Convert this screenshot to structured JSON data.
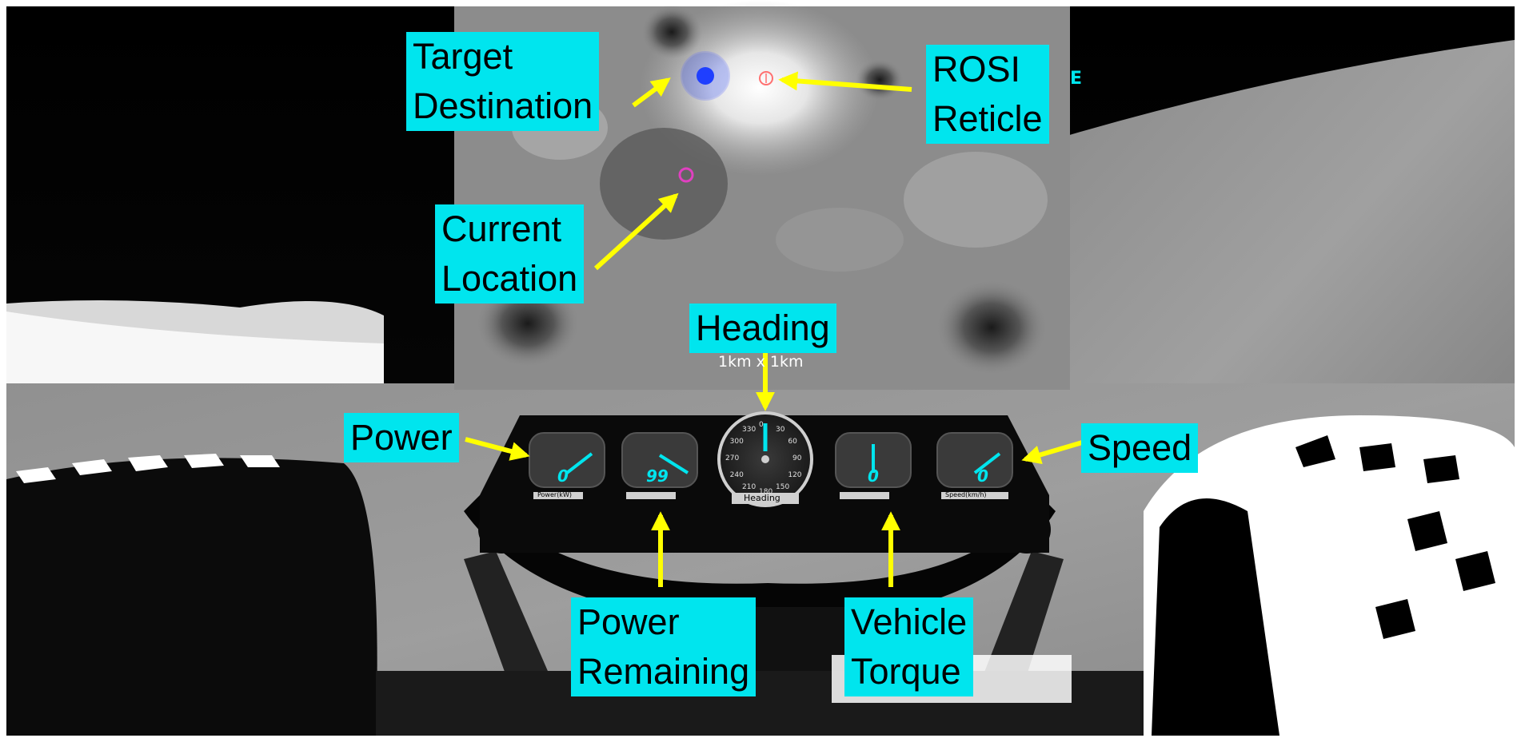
{
  "callouts": {
    "target_destination": [
      "Target",
      "Destination"
    ],
    "rosi_reticle": [
      "ROSI",
      "Reticle"
    ],
    "current_location": [
      "Current",
      "Location"
    ],
    "heading": "Heading",
    "power": "Power",
    "speed": "Speed",
    "power_remaining": [
      "Power",
      "Remaining"
    ],
    "vehicle_torque": [
      "Vehicle",
      "Torque"
    ]
  },
  "map": {
    "scale_label": "1km x 1km",
    "compass_mark": "E"
  },
  "dashboard": {
    "gauges": [
      {
        "id": "power",
        "value": "0",
        "caption": "Power(kW)"
      },
      {
        "id": "power-remaining",
        "value": "99",
        "caption": ""
      },
      {
        "id": "heading",
        "value": "0",
        "caption": "Heading"
      },
      {
        "id": "torque",
        "value": "0",
        "caption": ""
      },
      {
        "id": "speed",
        "value": "0",
        "caption": "Speed(km/h)"
      }
    ],
    "heading_ticks": [
      "0",
      "30",
      "60",
      "90",
      "120",
      "150",
      "180",
      "210",
      "240",
      "270",
      "300",
      "330"
    ]
  },
  "colors": {
    "callout_bg": "#00e5ee",
    "arrow": "#ffff00",
    "gauge_value": "#00e5ee",
    "target_marker": "#1f3fff",
    "current_marker": "#e040c0",
    "reticle_marker": "#ff7070"
  }
}
